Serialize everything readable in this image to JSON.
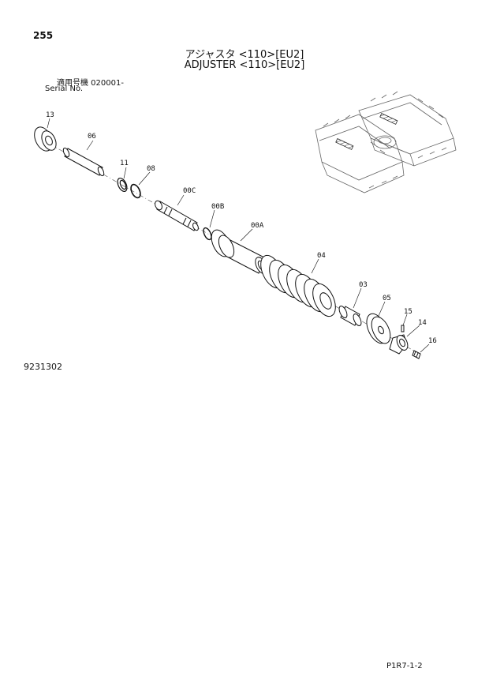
{
  "page_number": "255",
  "title_jp": "アジャスタ <110>[EU2]",
  "title_en": "ADJUSTER <110>[EU2]",
  "serial_label_jp": "適用号機  020001-",
  "serial_label_en": "Serial No.",
  "figure_number": "9231302",
  "reference_code": "P1R7-1-2",
  "parts": [
    {
      "id": "13"
    },
    {
      "id": "06"
    },
    {
      "id": "11"
    },
    {
      "id": "08"
    },
    {
      "id": "00C"
    },
    {
      "id": "00B"
    },
    {
      "id": "00A"
    },
    {
      "id": "04"
    },
    {
      "id": "03"
    },
    {
      "id": "05"
    },
    {
      "id": "15"
    },
    {
      "id": "14"
    },
    {
      "id": "16"
    }
  ]
}
